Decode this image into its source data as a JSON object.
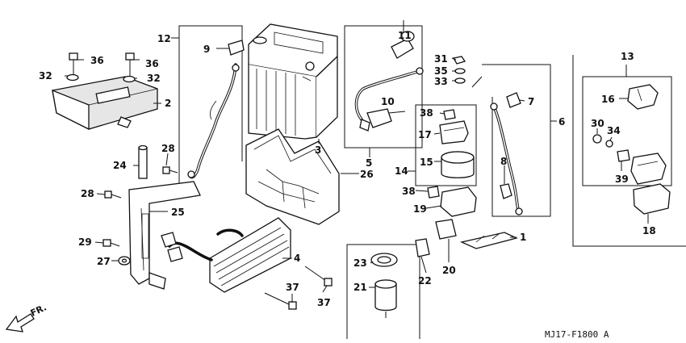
{
  "diagram": {
    "code": "MJ17-F1800 A",
    "direction_label": "FR.",
    "callouts": {
      "c1": "1",
      "c2": "2",
      "c3": "3",
      "c4": "4",
      "c5": "5",
      "c6": "6",
      "c7": "7",
      "c8": "8",
      "c9": "9",
      "c10": "10",
      "c11": "11",
      "c12": "12",
      "c13": "13",
      "c14": "14",
      "c15": "15",
      "c16": "16",
      "c17": "17",
      "c18": "18",
      "c19": "19",
      "c20": "20",
      "c21": "21",
      "c22": "22",
      "c23": "23",
      "c24": "24",
      "c25": "25",
      "c26": "26",
      "c27": "27",
      "c28a": "28",
      "c28b": "28",
      "c29": "29",
      "c30": "30",
      "c31": "31",
      "c32a": "32",
      "c32b": "32",
      "c33": "33",
      "c34": "34",
      "c35": "35",
      "c36a": "36",
      "c36b": "36",
      "c37a": "37",
      "c37b": "37",
      "c38a": "38",
      "c38b": "38",
      "c39": "39"
    }
  }
}
